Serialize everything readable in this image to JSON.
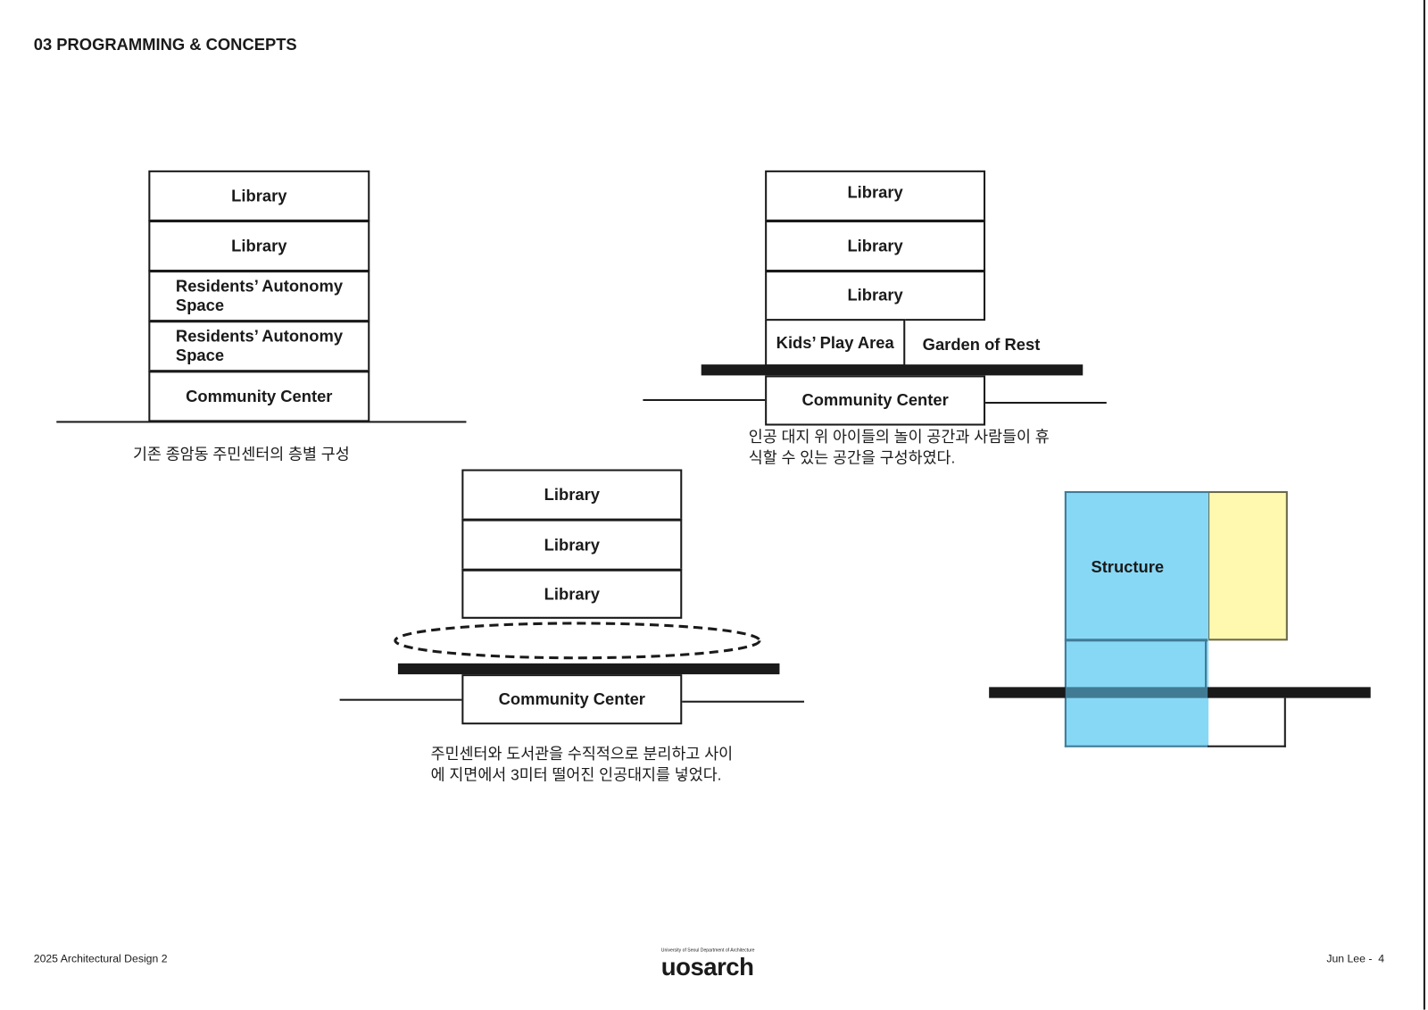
{
  "header": {
    "title": "03 PROGRAMMING & CONCEPTS"
  },
  "diagram1": {
    "floors": [
      "Library",
      "Library",
      "Residents’ Autonomy Space",
      "Residents’ Autonomy Space",
      "Community Center"
    ],
    "caption": "기존 종암동 주민센터의 층별 구성"
  },
  "diagram2": {
    "floors": [
      "Library",
      "Library",
      "Library"
    ],
    "kids": "Kids’ Play Area",
    "garden": "Garden of Rest",
    "ground": "Community Center",
    "caption": [
      "인공 대지 위 아이들의 놀이 공간과 사람들이 휴",
      "식할 수 있는 공간을 구성하였다."
    ]
  },
  "diagram3": {
    "floors": [
      "Library",
      "Library",
      "Library"
    ],
    "ground": "Community Center",
    "caption": [
      "주민센터와 도서관을 수직적으로 분리하고 사이",
      "에 지면에서 3미터 떨어진 인공대지를 넣었다."
    ]
  },
  "diagram4": {
    "label": "Structure",
    "colors": {
      "structure": "#87d8f5",
      "structure_border": "#417a96",
      "yellow": "#fff9b0",
      "overlap": "#417a93"
    }
  },
  "footer": {
    "left": "2025 Architectural Design 2",
    "logo_small": "University of Seoul Department of Architecture",
    "logo": "uosarch",
    "right": "Jun Lee -  4"
  }
}
